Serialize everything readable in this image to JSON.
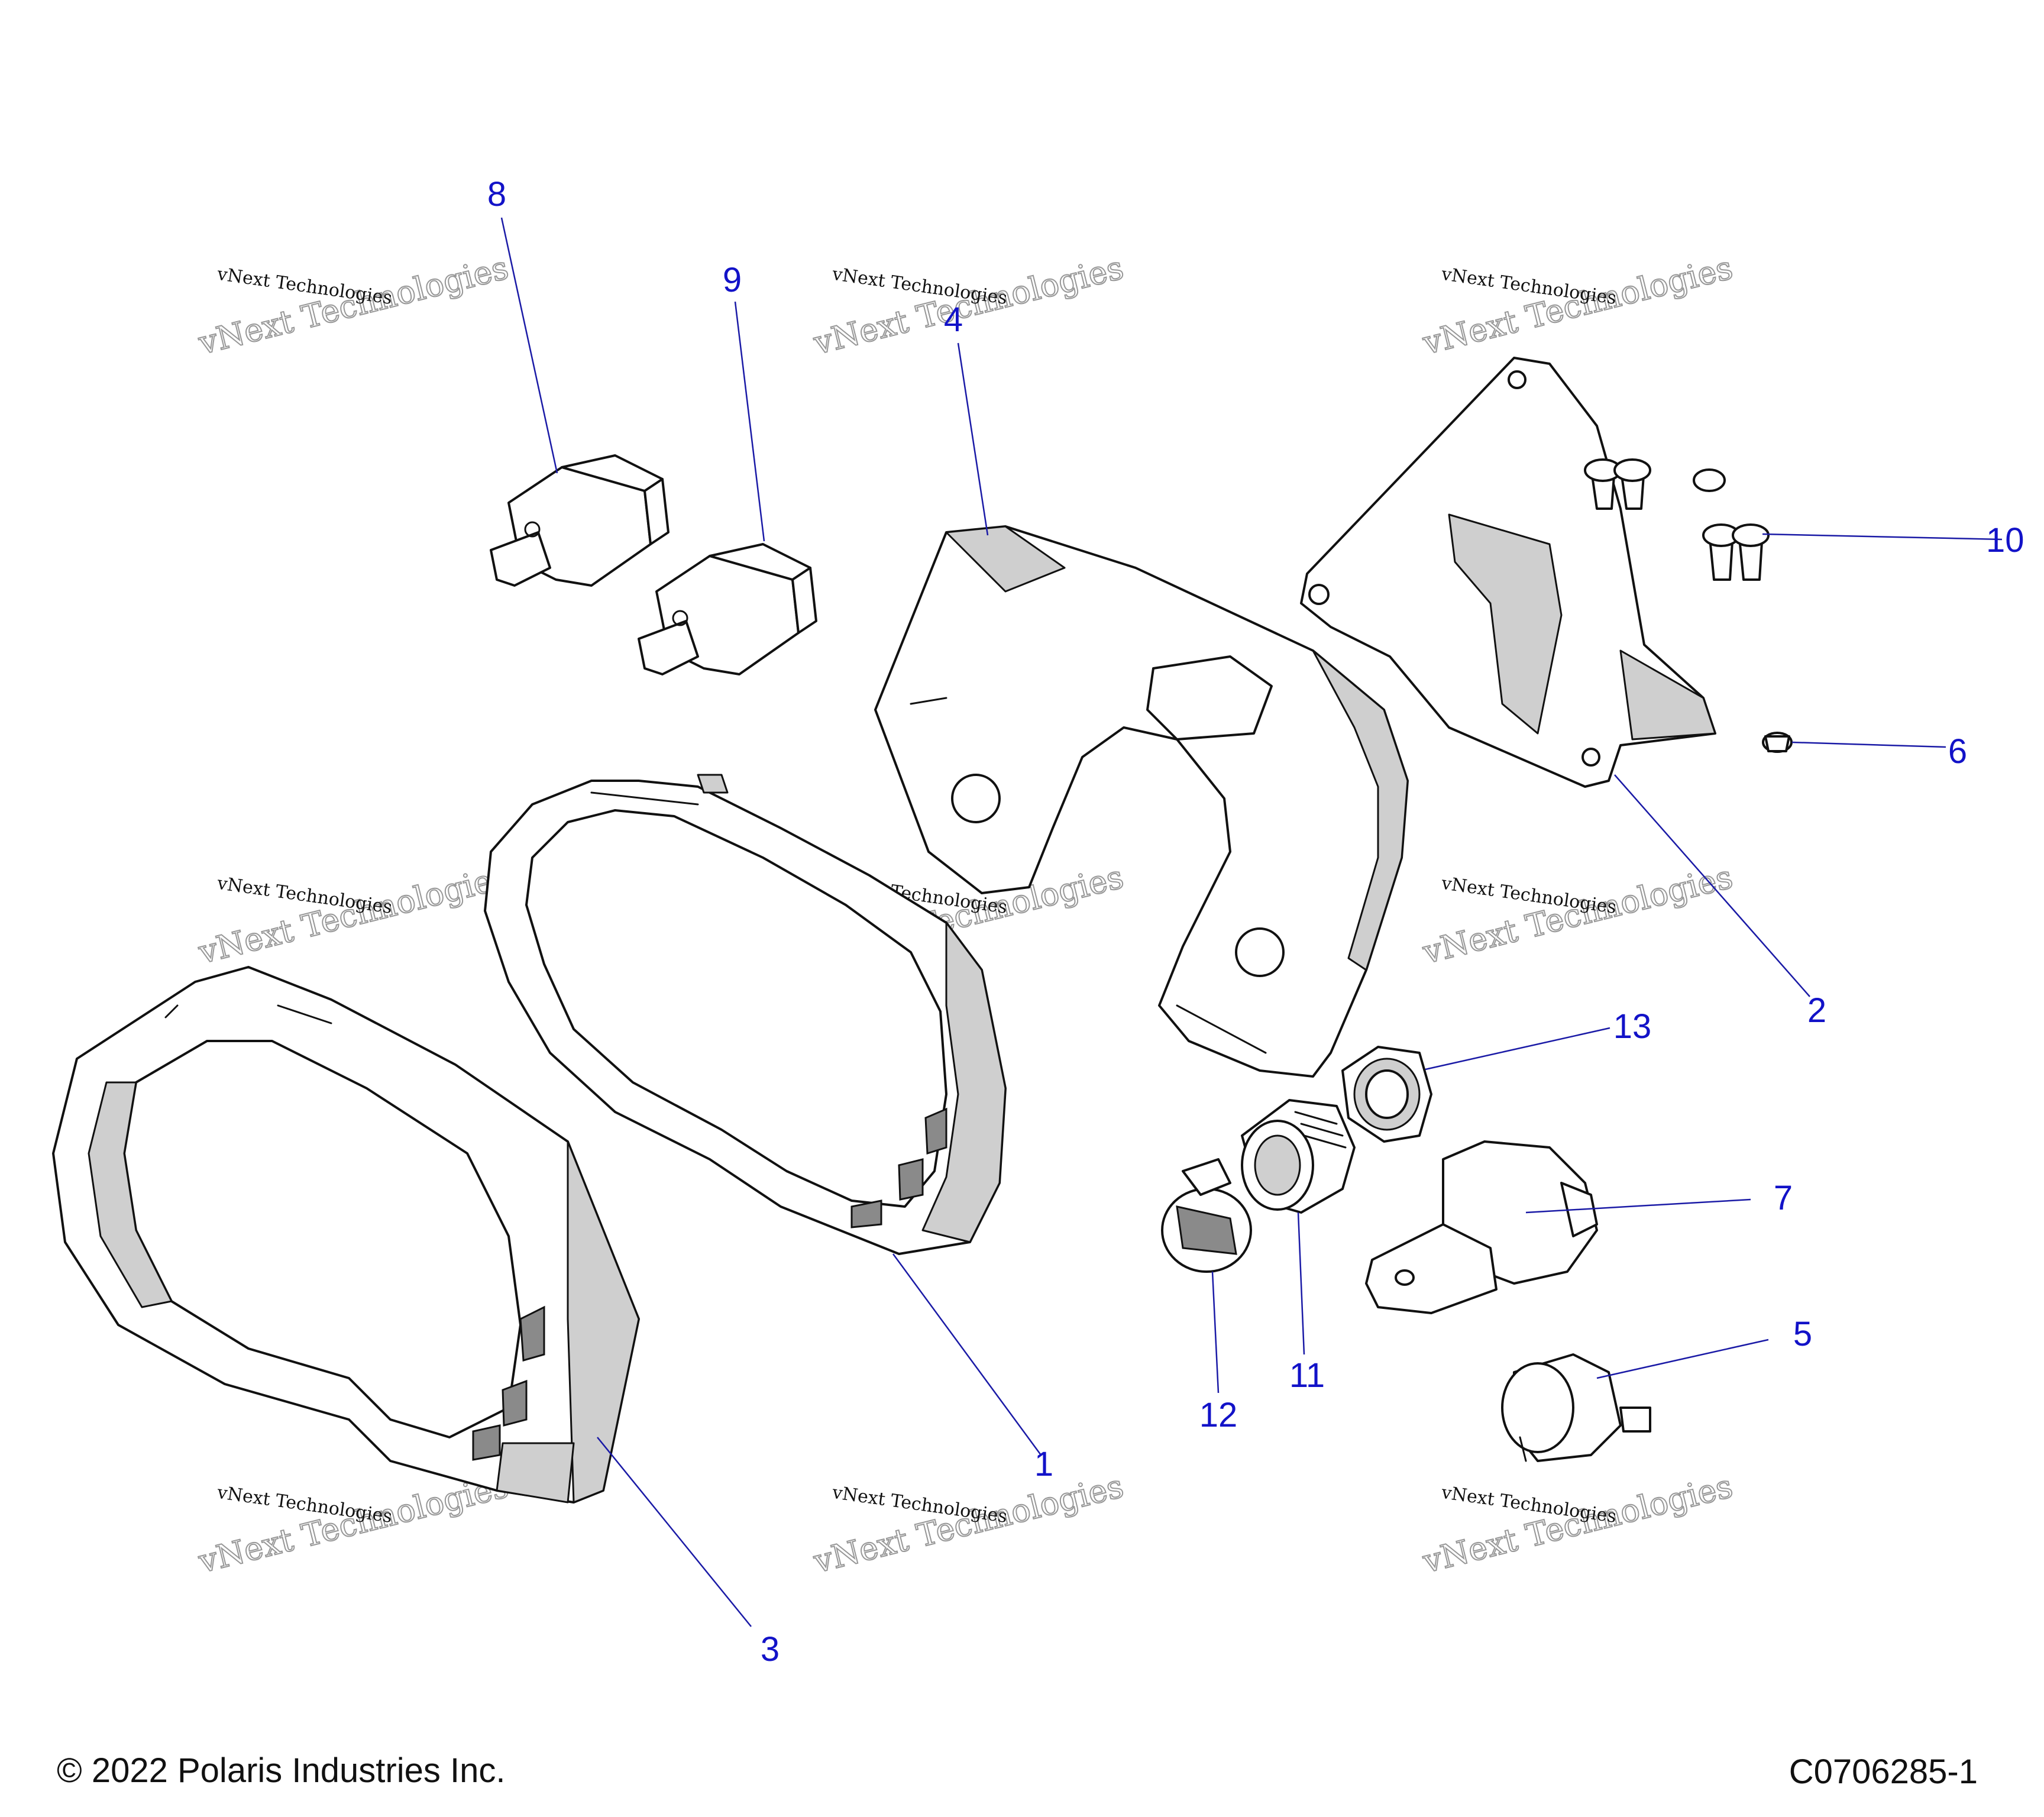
{
  "callouts": [
    {
      "num": "1"
    },
    {
      "num": "2"
    },
    {
      "num": "3"
    },
    {
      "num": "4"
    },
    {
      "num": "5"
    },
    {
      "num": "6"
    },
    {
      "num": "7"
    },
    {
      "num": "8"
    },
    {
      "num": "9"
    },
    {
      "num": "10"
    },
    {
      "num": "11"
    },
    {
      "num": "12"
    },
    {
      "num": "13"
    }
  ],
  "watermark": {
    "line1": "vNext Technologies",
    "line2": "vNext Technologies"
  },
  "footer": {
    "copyright": "© 2022 Polaris Industries Inc.",
    "diagram_code": "C0706285-1"
  },
  "colors": {
    "callout": "#1212c8",
    "leader": "#1a1aa6",
    "line_art": "#111111"
  }
}
